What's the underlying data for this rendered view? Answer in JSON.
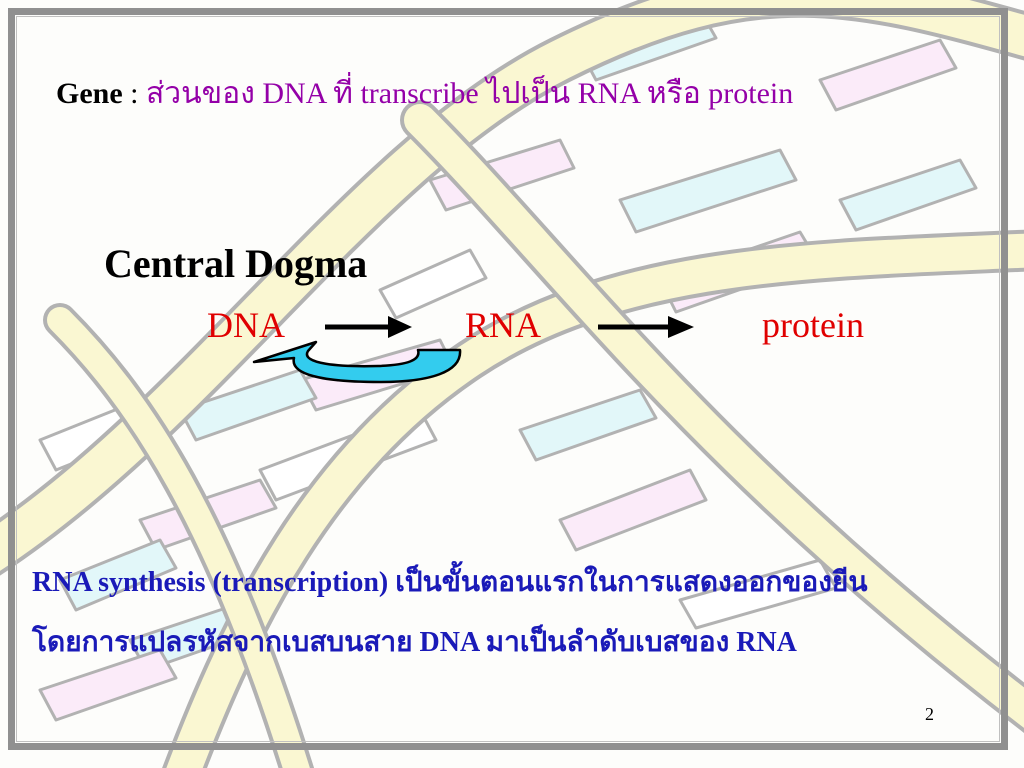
{
  "slide": {
    "gene": {
      "term": "Gene",
      "separator": " : ",
      "definition": "ส่วนของ DNA ที่ transcribe ไปเป็น RNA หรือ protein"
    },
    "central_dogma": {
      "title": "Central Dogma",
      "dna": "DNA",
      "rna": "RNA",
      "protein": "protein"
    },
    "paragraph": {
      "line1": "RNA synthesis (transcription) เป็นขั้นตอนแรกในการแสดงออกของยีน",
      "line2": "โดยการแปลรหัสจากเบสบนสาย DNA มาเป็นลำดับเบสของ RNA"
    },
    "page_number": "2"
  },
  "colors": {
    "definition": "#9400a8",
    "dogma_terms": "#e00000",
    "paragraph": "#1a1ab8",
    "replication_arrow": "#33ccee",
    "helix_yellow": "#f4ee9c",
    "helix_cyan": "#bfeef2",
    "helix_pink": "#f6d2f2"
  },
  "icons": {
    "arrow_dna_rna": "right-arrow-icon",
    "arrow_rna_protein": "right-arrow-icon",
    "replication_loop": "curved-loop-arrow-icon"
  }
}
